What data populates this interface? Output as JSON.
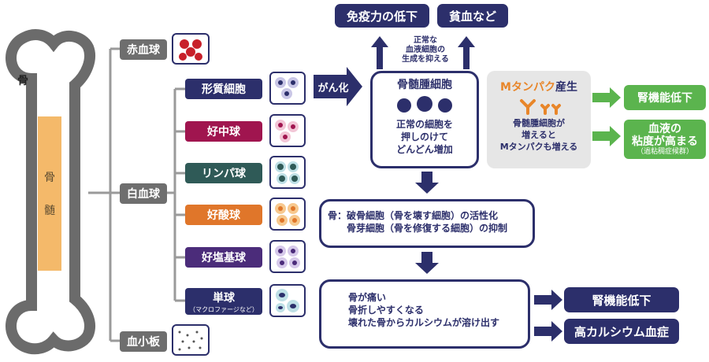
{
  "bone": {
    "label": "骨",
    "marrow_top": "骨",
    "marrow_bottom": "髄"
  },
  "blood": {
    "rbc": "赤血球",
    "wbc": "白血球",
    "platelet": "血小板",
    "plasma_cell": "形質細胞",
    "neutrophil": "好中球",
    "lymphocyte": "リンパ球",
    "eosinophil": "好酸球",
    "basophil": "好塩基球",
    "monocyte": "単球",
    "monocyte_sub": "（マクロファージなど）"
  },
  "transform": "がん化",
  "top": {
    "immunity": "免疫力の低下",
    "anemia": "貧血など",
    "suppress_note": "正常な\n血液細胞の\n生成を抑える"
  },
  "myeloma": {
    "title": "骨髄腫細胞",
    "desc": "正常の細胞を\n押しのけて\nどんどん増加"
  },
  "mprotein": {
    "prefix": "Mタンパク",
    "suffix": "産生",
    "desc": "骨髄腫細胞が\n増えると\nMタンパクも増える"
  },
  "results": {
    "kidney1": "腎機能低下",
    "viscosity_line1": "血液の",
    "viscosity_line2": "粘度が高まる",
    "viscosity_sub": "（過粘稠症候群）"
  },
  "bone_effect": {
    "line1": "骨：破骨細胞（骨を壊す細胞）の活性化",
    "line2": "骨芽細胞（骨を修復する細胞）の抑制"
  },
  "symptoms": {
    "line1": "骨が痛い",
    "line2": "骨折しやすくなる",
    "line3": "壊れた骨からカルシウムが溶け出す"
  },
  "outcomes": {
    "kidney2": "腎機能低下",
    "hypercalcemia": "高カルシウム血症"
  },
  "colors": {
    "navy": "#2c2f6b",
    "gray": "#6e6e6e",
    "green": "#5bb44e",
    "orange_bar": "#f4b96a",
    "neutrophil": "#a0154f",
    "lymphocyte": "#2f5a57",
    "eosinophil": "#e0762a",
    "basophil": "#4b2c7a",
    "mprotein_orange": "#e8862a",
    "light_gray": "#e6e6e6"
  }
}
